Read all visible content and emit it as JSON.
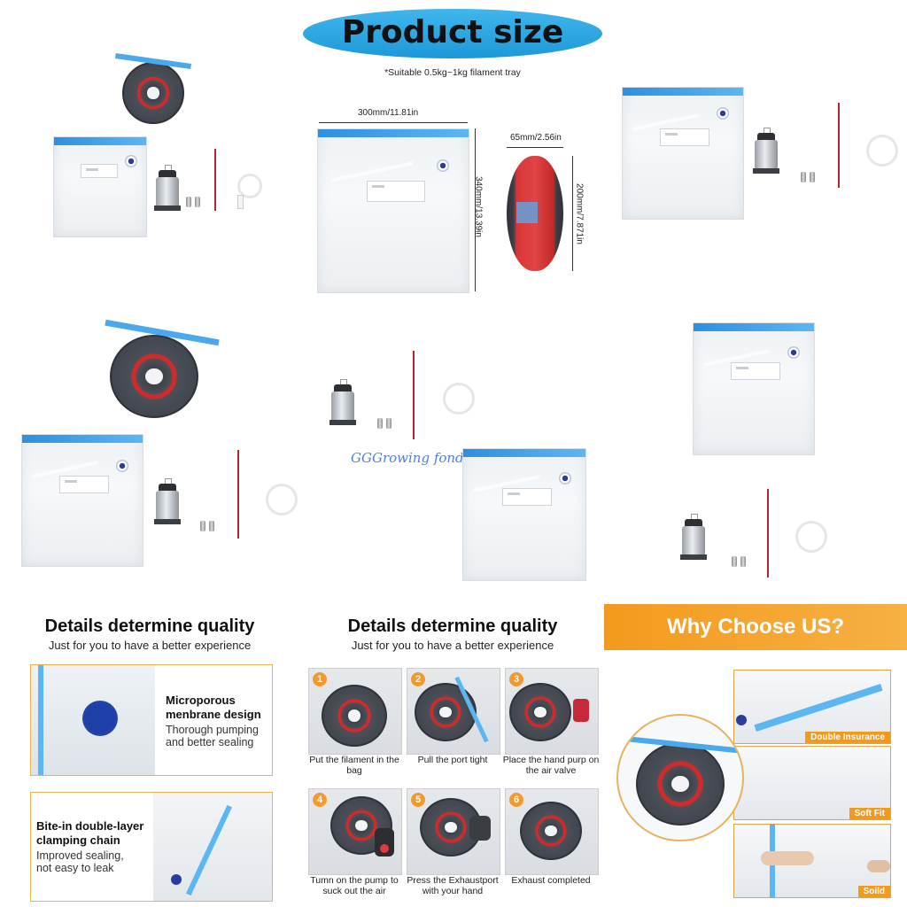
{
  "header": {
    "title": "Product size",
    "subtitle": "*Suitable 0.5kg~1kg filament tray"
  },
  "dimensions": {
    "bag_width": "300mm/11.81in",
    "bag_height": "340mm/13.39in",
    "spool_width": "65mm/2.56in",
    "spool_height": "200mm/7.871in"
  },
  "watermark": "GGGrowing fond of you Store",
  "details_left": {
    "heading": "Details determine quality",
    "subheading": "Just for you to have a better experience",
    "cards": [
      {
        "title": "Microporous menbrane design",
        "text": "Thorough pumping and better sealing"
      },
      {
        "title": "Bite-in double-layer clamping chain",
        "text": "Improved sealing, not easy to leak"
      }
    ]
  },
  "details_mid": {
    "heading": "Details determine quality",
    "subheading": "Just for you to have a better experience",
    "steps": [
      {
        "num": "1",
        "caption": "Put the filament in the bag"
      },
      {
        "num": "2",
        "caption": "Pull the port tight"
      },
      {
        "num": "3",
        "caption": "Place the hand purp on the air valve"
      },
      {
        "num": "4",
        "caption": "Tumn on the pump to suck out the air"
      },
      {
        "num": "5",
        "caption": "Press the Exhaustport with your hand"
      },
      {
        "num": "6",
        "caption": "Exhaust completed"
      }
    ]
  },
  "why": {
    "title": "Why Choose US?",
    "tags": [
      "Double Insurance",
      "Soft Fit",
      "Soild"
    ]
  },
  "colors": {
    "accent_blue": "#1e98d8",
    "accent_orange": "#f39a1e",
    "spool_red": "#cf2b2b"
  }
}
